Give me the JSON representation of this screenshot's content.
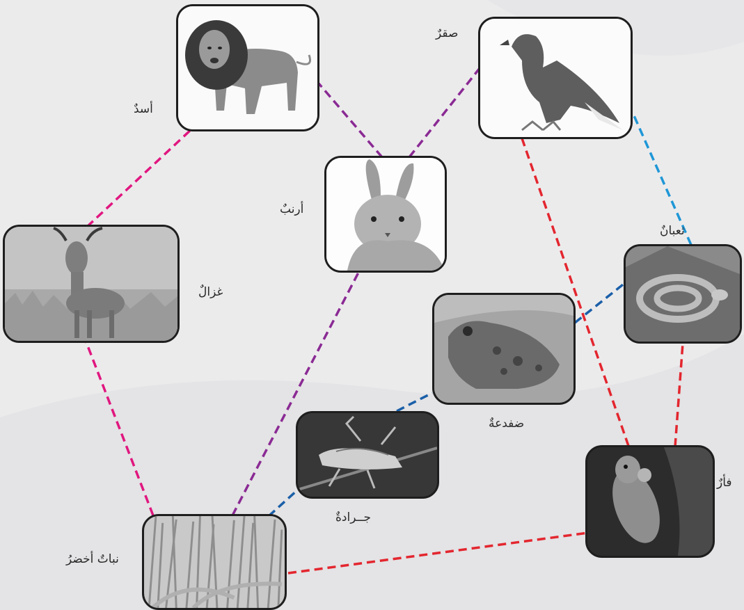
{
  "organisms": {
    "lion": "أسدٌ",
    "hawk": "صقرٌ",
    "rabbit": "أرنبٌ",
    "gazelle": "غزالٌ",
    "snake": "ثعبانٌ",
    "frog": "ضفدعةٌ",
    "grasshopper": "جــرادةٌ",
    "mouse": "فأرٌ",
    "plant": "نباتٌ أخضرُ"
  },
  "links": [
    {
      "from": "plant",
      "to": "gazelle",
      "color": "#e0177f"
    },
    {
      "from": "gazelle",
      "to": "lion",
      "color": "#e0177f"
    },
    {
      "from": "plant",
      "to": "rabbit",
      "color": "#8a2a94"
    },
    {
      "from": "rabbit",
      "to": "lion",
      "color": "#8a2a94"
    },
    {
      "from": "rabbit",
      "to": "hawk",
      "color": "#8a2a94"
    },
    {
      "from": "plant",
      "to": "grasshopper",
      "color": "#1a5fa8"
    },
    {
      "from": "grasshopper",
      "to": "frog",
      "color": "#1a5fa8"
    },
    {
      "from": "frog",
      "to": "snake",
      "color": "#1a5fa8"
    },
    {
      "from": "snake",
      "to": "hawk",
      "color": "#1f97d6"
    },
    {
      "from": "plant",
      "to": "mouse",
      "color": "#e3262f"
    },
    {
      "from": "mouse",
      "to": "snake",
      "color": "#e3262f"
    },
    {
      "from": "mouse",
      "to": "hawk",
      "color": "#e3262f"
    }
  ]
}
